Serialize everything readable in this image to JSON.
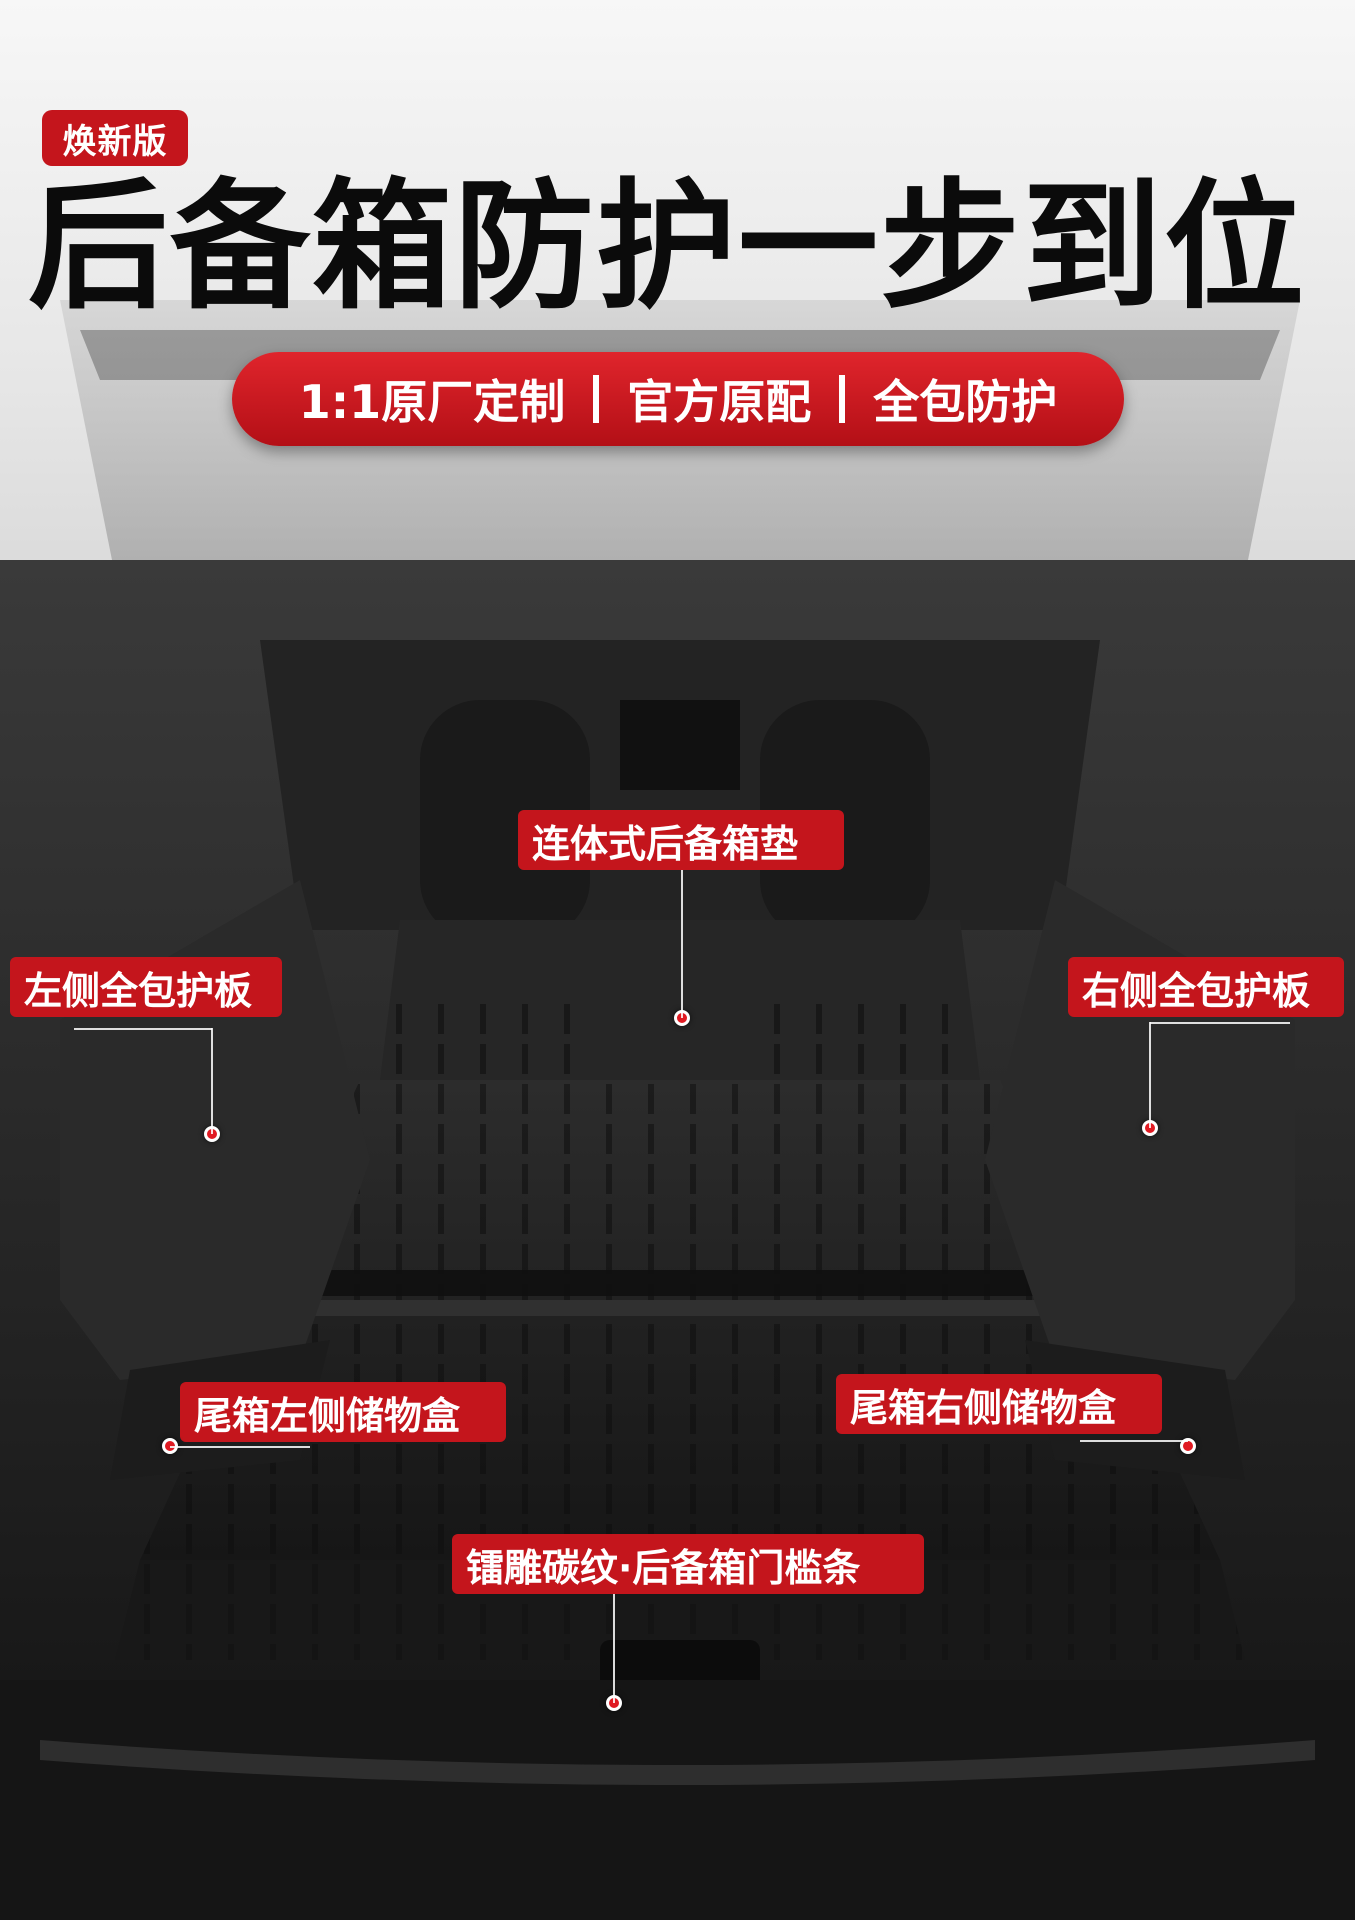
{
  "badge": "焕新版",
  "headline": "后备箱防护一步到位",
  "pill": [
    "1:1原厂定制",
    "官方原配",
    "全包防护"
  ],
  "callouts": {
    "center_mat": "连体式后备箱垫",
    "left_panel": "左侧全包护板",
    "right_panel": "右侧全包护板",
    "left_storage": "尾箱左侧储物盒",
    "right_storage": "尾箱右侧储物盒",
    "door_sill": "镭雕碳纹·后备箱门槛条"
  },
  "colors": {
    "accent_red": "#c4151c",
    "headline": "#0b0b0b",
    "mat": "#1e1e1e"
  }
}
